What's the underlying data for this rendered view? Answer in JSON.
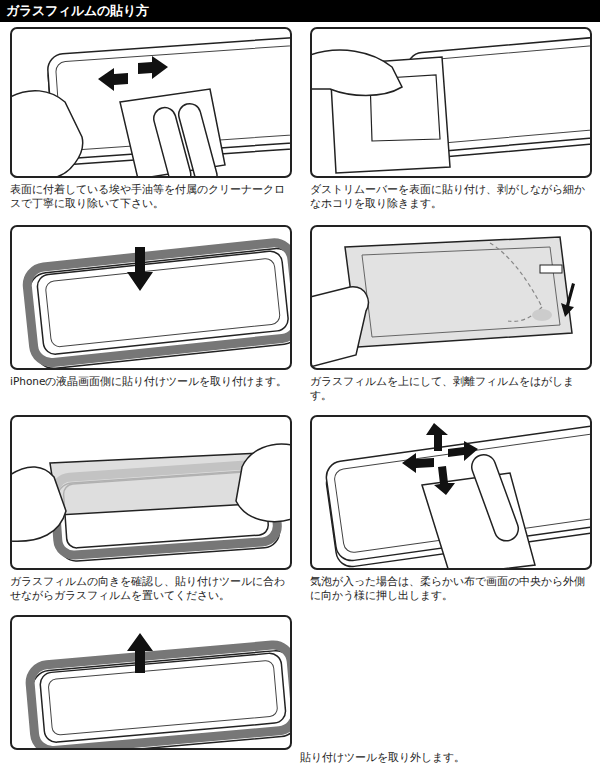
{
  "diagram": {
    "title": "ガラスフィルムの貼り方",
    "nodes": [
      {
        "text": [
          "表面に付着している埃や手油等を付属のクリーナークロスで丁寧に取り除いて下さい。"
        ]
      },
      {
        "text": [
          "ダストリムーバーを表面に貼り付け、剥がしながら細かなホコリを取り除きます。"
        ]
      },
      {
        "text": [
          "iPhoneの液晶画面側に貼り付けツールを取り付けます。"
        ]
      },
      {
        "text": [
          "ガラスフィルムを上にして、剥離フィルムをはがします。"
        ]
      },
      {
        "text": [
          "ガラスフィルムの向きを確認し、貼り付けツールに合わせながらガラスフィルムを置いてください。"
        ]
      },
      {
        "text": [
          "気泡が入った場合は、柔らかい布で画面の中央から外側に向かう様に押し出します。"
        ]
      },
      {
        "text": [
          "貼り付けツールを取り外します。"
        ]
      }
    ]
  }
}
